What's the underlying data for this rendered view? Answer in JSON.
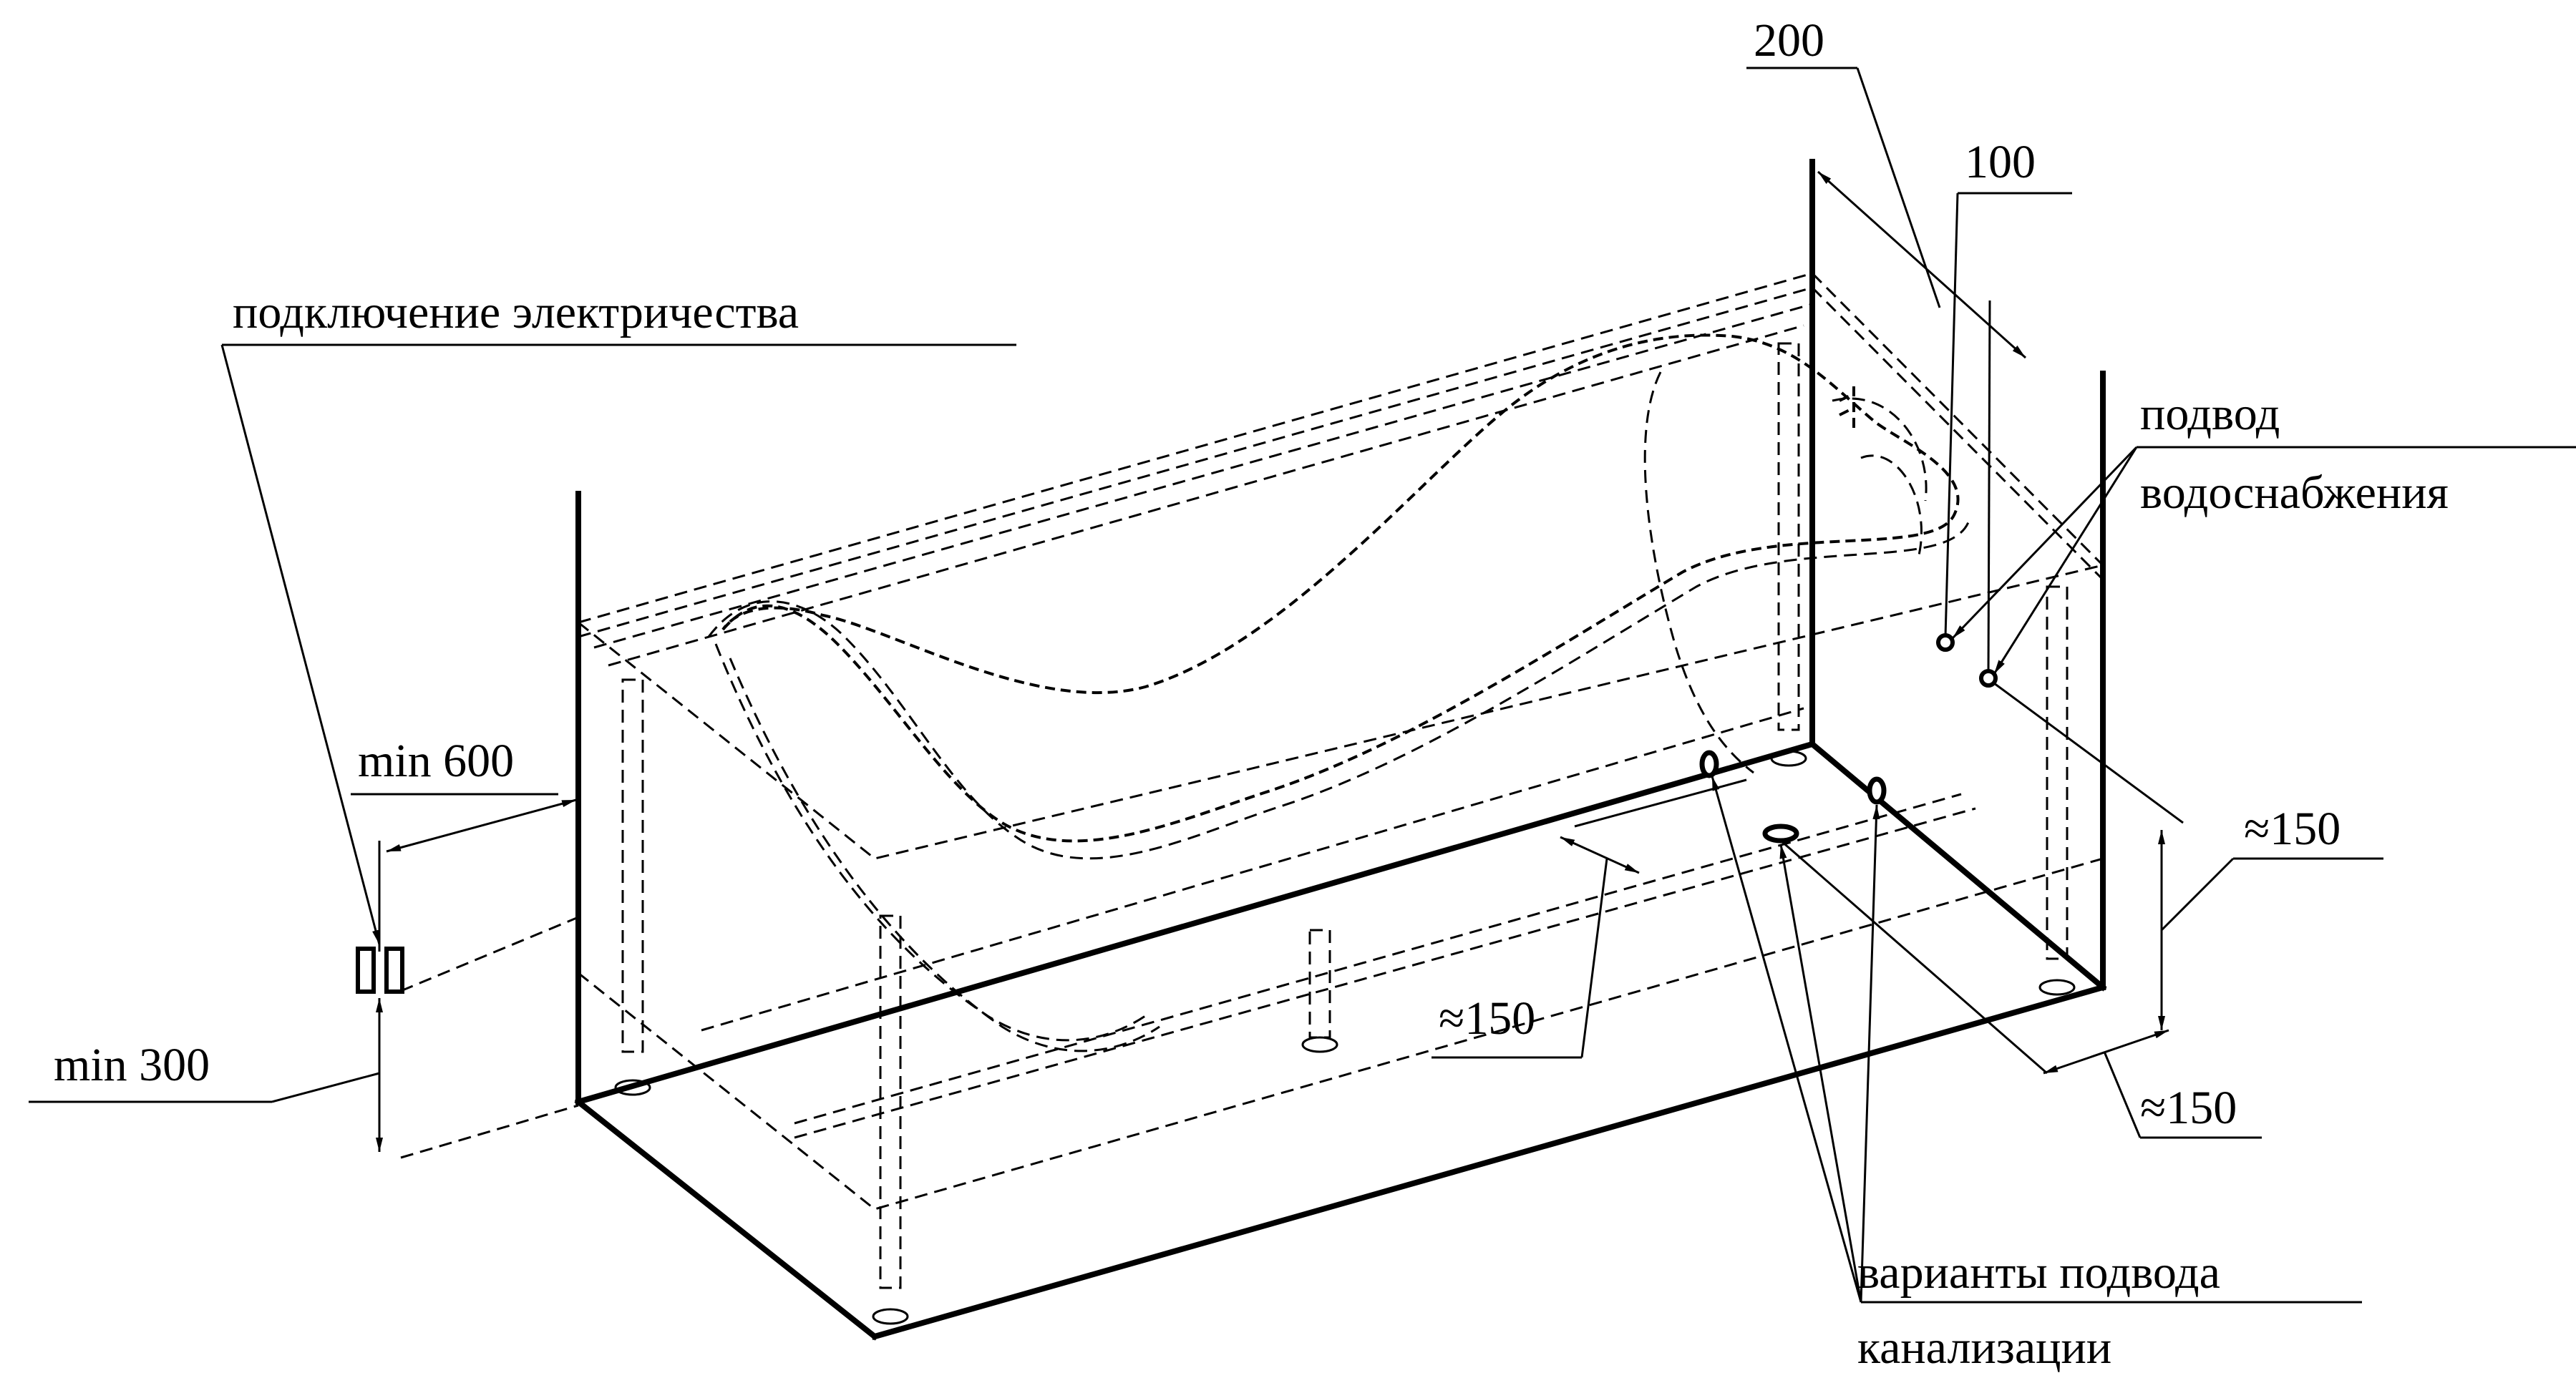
{
  "labels": {
    "electric": "подключение электричества",
    "water_line1": "подвод",
    "water_line2": "водоснабжения",
    "drain_line1": "варианты подвода",
    "drain_line2": "канализации"
  },
  "dimensions": {
    "d200": "200",
    "d100": "100",
    "min600": "min 600",
    "min300": "min 300",
    "approx150_front": "≈150",
    "approx150_right": "≈150",
    "approx150_bottom": "≈150"
  }
}
